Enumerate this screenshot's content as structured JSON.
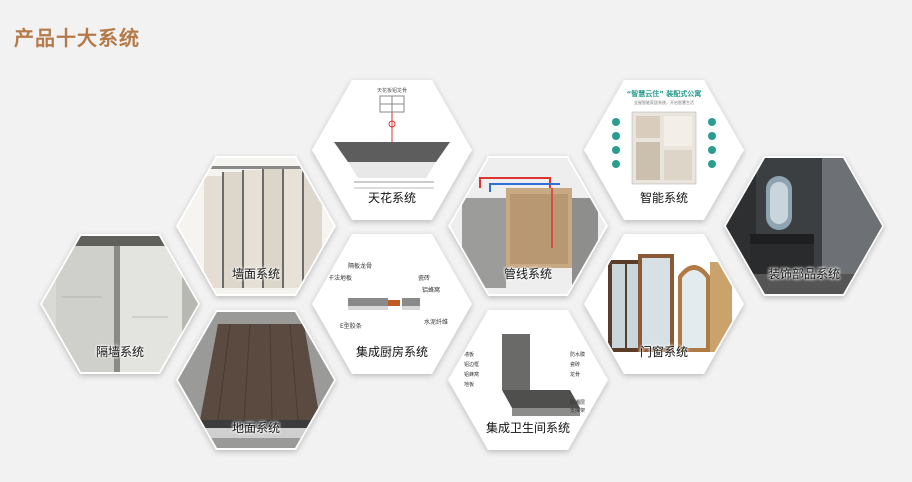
{
  "page": {
    "title": "产品十大系统"
  },
  "hexes": [
    {
      "label": "隔墙系统"
    },
    {
      "label": "墙面系统"
    },
    {
      "label": "地面系统"
    },
    {
      "label": "天花系统"
    },
    {
      "label": "集成厨房系统"
    },
    {
      "label": "管线系统"
    },
    {
      "label": "集成卫生间系统"
    },
    {
      "label": "智能系统"
    },
    {
      "label": "门窗系统"
    },
    {
      "label": "装饰部品系统"
    }
  ],
  "decor": {
    "ceiling_caption": "天花板铝龙骨",
    "smart_headline": "“智慧云住” 装配式公寓",
    "smart_subline": "全屋智能家居系统，开启智慧生活",
    "kitchen_callouts": [
      "隔板龙骨",
      "干法地板",
      "瓷砖",
      "铝蜂窝",
      "E型胶条",
      "水泥纤维"
    ],
    "bath_callouts": [
      "墙板",
      "铝边框",
      "铝蜂窝",
      "地板",
      "防水膜",
      "瓷砖",
      "龙骨",
      "防潮层",
      "支撑架"
    ]
  },
  "colors": {
    "accent": "#b57a49",
    "background": "#f2f2f2"
  },
  "icons": [
    "ceiling-grid-icon",
    "smart-home-icon"
  ]
}
